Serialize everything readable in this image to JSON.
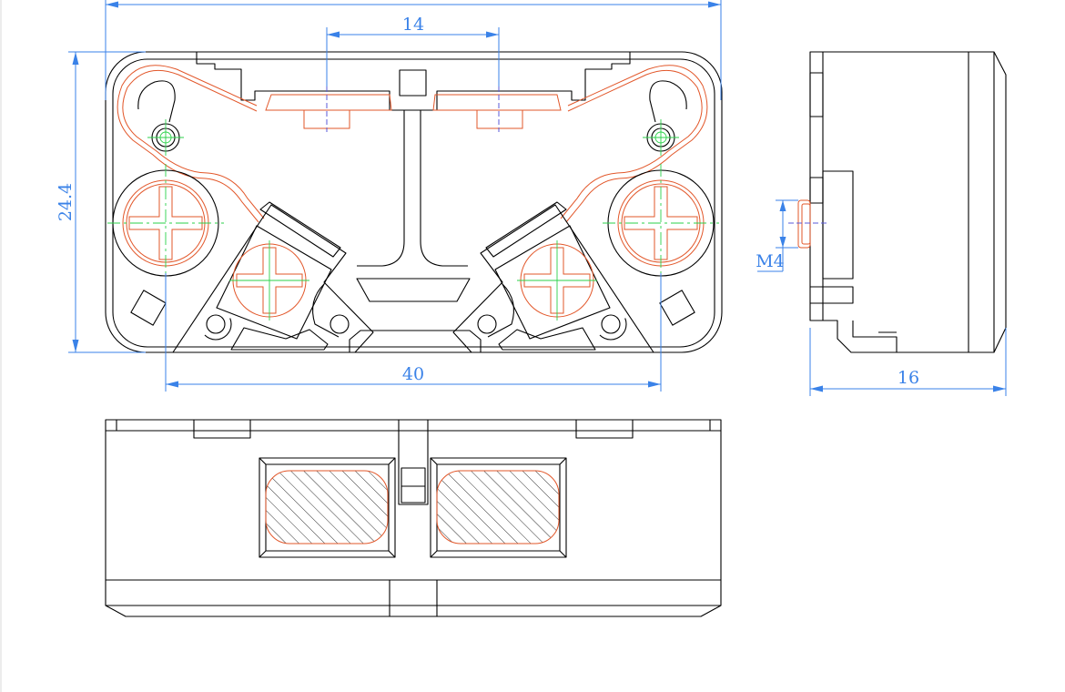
{
  "drawing": {
    "dimensions": {
      "top_overall": "",
      "center_spacing": "14",
      "height": "24.4",
      "screw_spacing": "40",
      "side_depth": "16",
      "thread": "M4"
    },
    "colors": {
      "outline": "#000000",
      "contact": "#e2572a",
      "centerline": "#2bd24a",
      "dimension": "#3a82e8",
      "axis": "#5a5ad8"
    }
  }
}
